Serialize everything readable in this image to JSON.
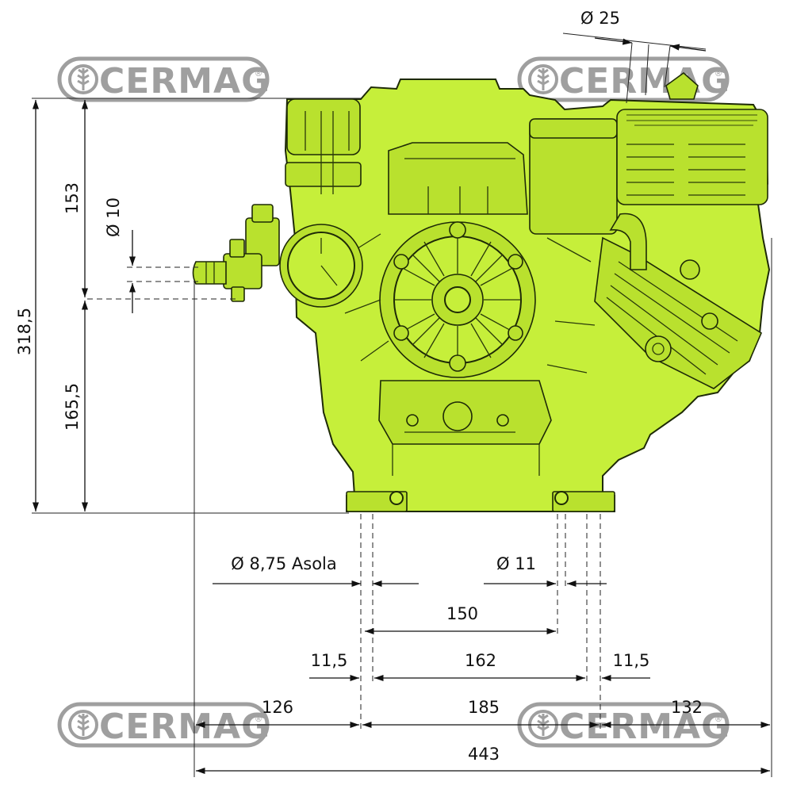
{
  "brand": {
    "name": "CERMAG",
    "registered_mark": "®"
  },
  "colors": {
    "body": "#c6ef3a",
    "outline": "#1e2a07",
    "watermark": "#9a9a9a",
    "dimension": "#111111"
  },
  "dimensions": {
    "total_height": "318,5",
    "upper_height": "153",
    "lower_height": "165,5",
    "outlet_diameter": "Ø 10",
    "top_diameter": "Ø 25",
    "slot_hole": "Ø  8,75  Asola",
    "hole": "Ø 11",
    "hole_spacing": "150",
    "left_offset": "11,5",
    "foot_span": "162",
    "right_offset": "11,5",
    "left_width": "126",
    "base_width": "185",
    "right_width": "132",
    "total_width": "443"
  }
}
